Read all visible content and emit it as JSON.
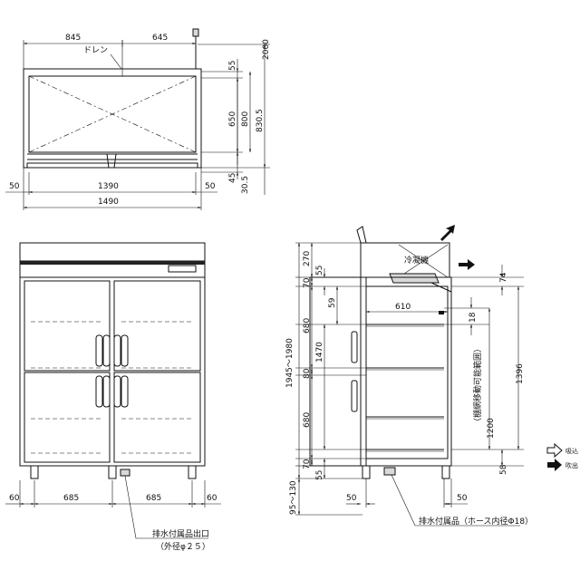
{
  "top_view": {
    "dims": {
      "d845": "845",
      "d645": "645",
      "d2000": "2000",
      "d55": "55",
      "d650": "650",
      "d800": "800",
      "d8305": "830.5",
      "d45": "45",
      "d305": "30.5",
      "d50l": "50",
      "d1390": "1390",
      "d50r": "50",
      "d1490": "1490"
    },
    "drain_label": "ドレン"
  },
  "front_view": {
    "dims": {
      "d60l": "60",
      "d685a": "685",
      "d685b": "685",
      "d60r": "60"
    },
    "outlet_label_line1": "排水付属品出口",
    "outlet_label_line2": "（外径φ２５）"
  },
  "side_view": {
    "dims": {
      "d270": "270",
      "d70t": "70",
      "d55t": "55",
      "d59": "59",
      "d74": "74",
      "d610": "610",
      "d18": "18",
      "d680a": "680",
      "d1470": "1470",
      "d80": "80",
      "d1945": "1945〜1980",
      "d1396": "1396",
      "d680b": "680",
      "d1200": "1200",
      "d70b": "70",
      "d55b": "55",
      "d58": "58",
      "d95": "95〜130",
      "d50l": "50",
      "d50r": "50"
    },
    "condenser_label": "冷凝機",
    "shelf_range_label": "（棚網移動可能範囲）",
    "drain_label": "排水付属品（ホース内径Φ18）"
  },
  "legend": {
    "intake": "吸込",
    "exhaust": "吹出"
  }
}
